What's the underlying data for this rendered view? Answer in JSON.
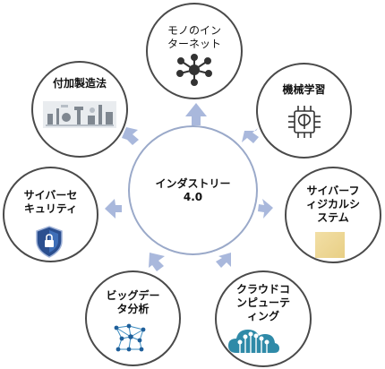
{
  "center": {
    "label": "インダストリー\n4.0"
  },
  "nodes": {
    "iot": {
      "label": "モノのイン\nターネット",
      "icon": "molecule-network-icon"
    },
    "ml": {
      "label": "機械学習",
      "icon": "ai-chip-brain-icon"
    },
    "cps": {
      "label": "サイバーフ\nィジカルシ\nステム",
      "icon": "beige-square-image"
    },
    "cloud": {
      "label": "クラウドコ\nンピューテ\nィング",
      "icon": "cloud-circuit-icon"
    },
    "bigdata": {
      "label": "ビッグデー\nタ分析",
      "icon": "network-graph-icon"
    },
    "security": {
      "label": "サイバーセ\nキュリティ",
      "icon": "shield-lock-icon"
    },
    "am": {
      "label": "付加製造法",
      "icon": "additive-manufacturing-illustration"
    }
  },
  "colors": {
    "arrow": "#a9b8dc",
    "node_border": "#4a4a4a",
    "center_border": "#9aa9c9",
    "cloud": "#2f8aa8",
    "shield": "#2b4f8f"
  }
}
